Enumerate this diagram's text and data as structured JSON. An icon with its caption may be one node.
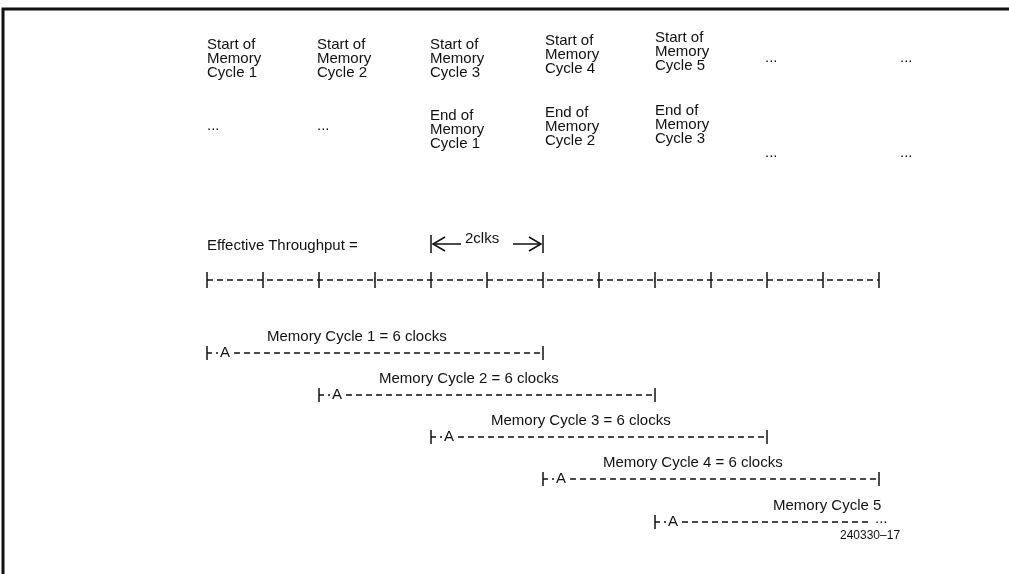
{
  "diagram": {
    "labels": [
      "Start of Memory Cycle 1",
      "Start of Memory Cycle 2",
      "Start of Memory Cycle 3",
      "Start of Memory Cycle 4",
      "Start of Memory Cycle 5",
      "...",
      "...",
      "...",
      "...",
      "End of Memory Cycle 1",
      "End of Memory Cycle 2",
      "End of Memory Cycle 3",
      "...",
      "...",
      "Effective Throughput =",
      "2clks",
      "Memory Cycle 1 = 6 clocks",
      "A",
      "Memory Cycle 2 = 6 clocks",
      "A",
      "Memory Cycle 3 = 6 clocks",
      "A",
      "Memory Cycle 4 = 6 clocks",
      "A",
      "Memory Cycle 5",
      "A",
      "...",
      "240330–17"
    ]
  }
}
